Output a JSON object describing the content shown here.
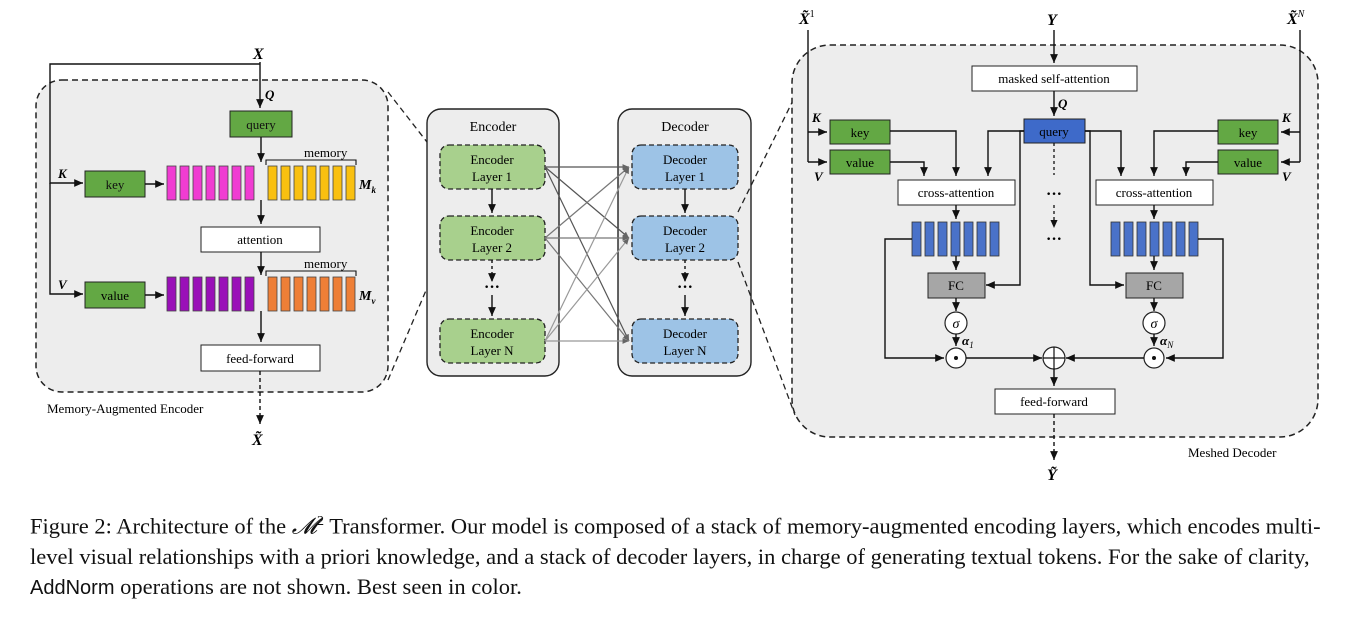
{
  "encoder_detail": {
    "x_input": "X",
    "q_label": "Q",
    "k_label": "K",
    "v_label": "V",
    "query": "query",
    "key": "key",
    "value": "value",
    "memory_k_label": "memory",
    "memory_v_label": "memory",
    "mk_label": "M",
    "mk_sub": "k",
    "mv_label": "M",
    "mv_sub": "v",
    "attention": "attention",
    "feed_forward": "feed-forward",
    "title": "Memory-Augmented Encoder",
    "x_tilde_output": "X̃"
  },
  "stack": {
    "encoder_title": "Encoder",
    "decoder_title": "Decoder",
    "encoder_layers": [
      {
        "line1": "Encoder",
        "line2": "Layer 1"
      },
      {
        "line1": "Encoder",
        "line2": "Layer 2"
      },
      {
        "line1": "Encoder",
        "line2": "Layer N"
      }
    ],
    "decoder_layers": [
      {
        "line1": "Decoder",
        "line2": "Layer 1"
      },
      {
        "line1": "Decoder",
        "line2": "Layer 2"
      },
      {
        "line1": "Decoder",
        "line2": "Layer N"
      }
    ],
    "dots": "···"
  },
  "decoder_detail": {
    "x1_label": "X̃",
    "x1_sup": "1",
    "xn_label": "X̃",
    "xn_sup": "N",
    "y_input": "Y",
    "masked_self_attention": "masked self-attention",
    "q_label": "Q",
    "query": "query",
    "k_left": "K",
    "v_left": "V",
    "k_right": "K",
    "v_right": "V",
    "key_left": "key",
    "value_left": "value",
    "key_right": "key",
    "value_right": "value",
    "cross_attention_left": "cross-attention",
    "cross_attention_right": "cross-attention",
    "fc_left": "FC",
    "fc_right": "FC",
    "sigma": "σ",
    "alpha_1": "α",
    "alpha_1_sub": "1",
    "alpha_n": "α",
    "alpha_n_sub": "N",
    "odot": "⊙",
    "oplus": "⊕",
    "feed_forward": "feed-forward",
    "title": "Meshed Decoder",
    "y_tilde_output": "Ỹ"
  },
  "caption": {
    "prefix": "Figure 2: Architecture of the ",
    "model_symbol": "𝓜",
    "model_sup": "2",
    "part1": " Transformer. Our model is composed of a stack of memory-augmented encoding layers, which encodes multi-level visual relationships with a priori knowledge, and a stack of decoder layers, in charge of generating textual tokens. For the sake of clarity, ",
    "addnorm": "AddNorm",
    "part2": " operations are not shown. Best seen in color."
  },
  "colors": {
    "green": "#63a844",
    "pink": "#f03cd2",
    "yellow": "#f9c010",
    "purple": "#9a10b8",
    "orange": "#ee7f37",
    "blue_dark": "#3e6ac9",
    "blue_bar": "#4a72c9",
    "gray_fc": "#a6a6a6",
    "light_green": "#a8d08d",
    "light_blue": "#9dc3e6",
    "panel_gray": "#ededed"
  }
}
